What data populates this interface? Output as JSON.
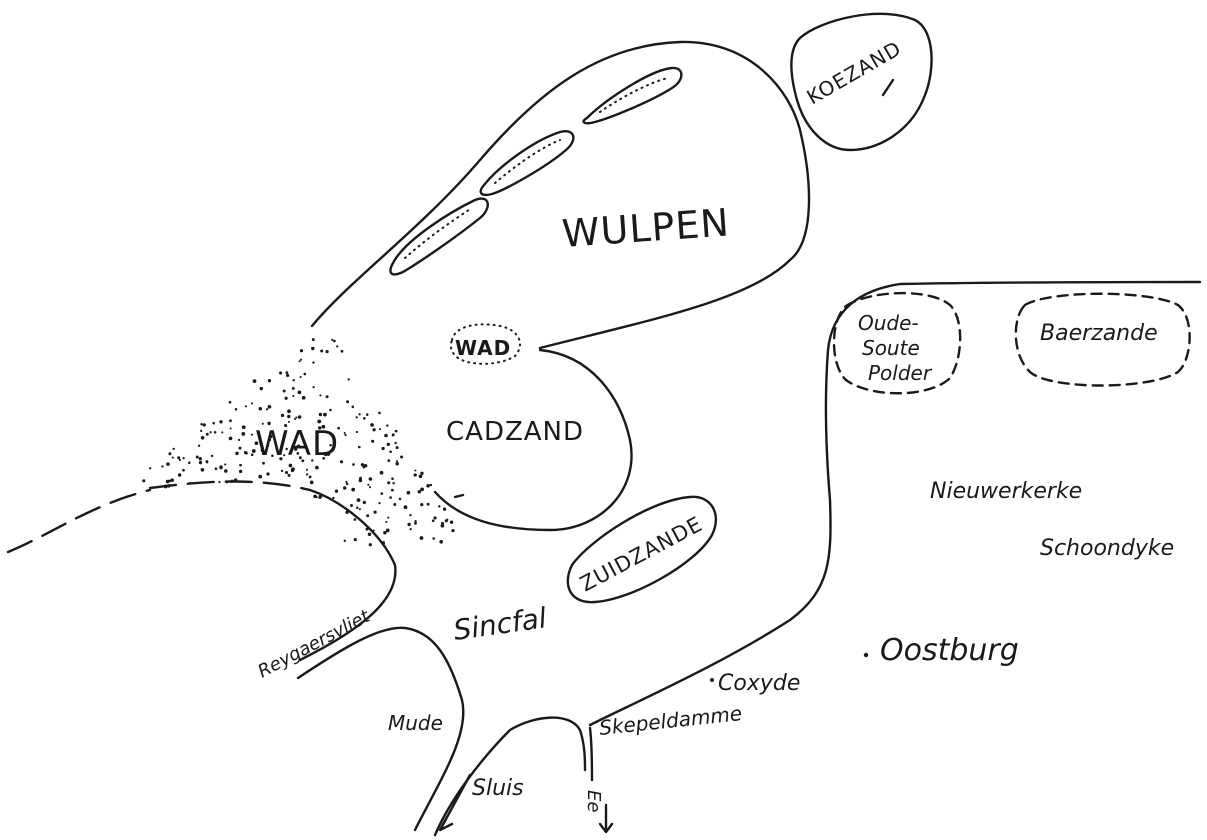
{
  "labels": {
    "wulpen": "WULPEN",
    "koezand": "KOEZAND",
    "wad_small": "WAD",
    "wad_large": "WAD",
    "cadzand": "CADZAND",
    "zuidzande": "ZUIDZANDE",
    "oude_soute_polder": [
      "Oude-",
      "Soute",
      "Polder"
    ],
    "baerzande": "Baerzande",
    "nieuwerkerke": "Nieuwerkerke",
    "schoondyke": "Schoondyke",
    "oostburg": "Oostburg",
    "coxyde": "Coxyde",
    "sincfal": "Sincfal",
    "reygaersvliet": "Reygaersvliet",
    "mude": "Mude",
    "sluis": "Sluis",
    "skepeldamme": "Skepeldamme",
    "ee": "Ee"
  },
  "colors": {
    "ink": "#1a1a1a",
    "paper": "#ffffff"
  }
}
